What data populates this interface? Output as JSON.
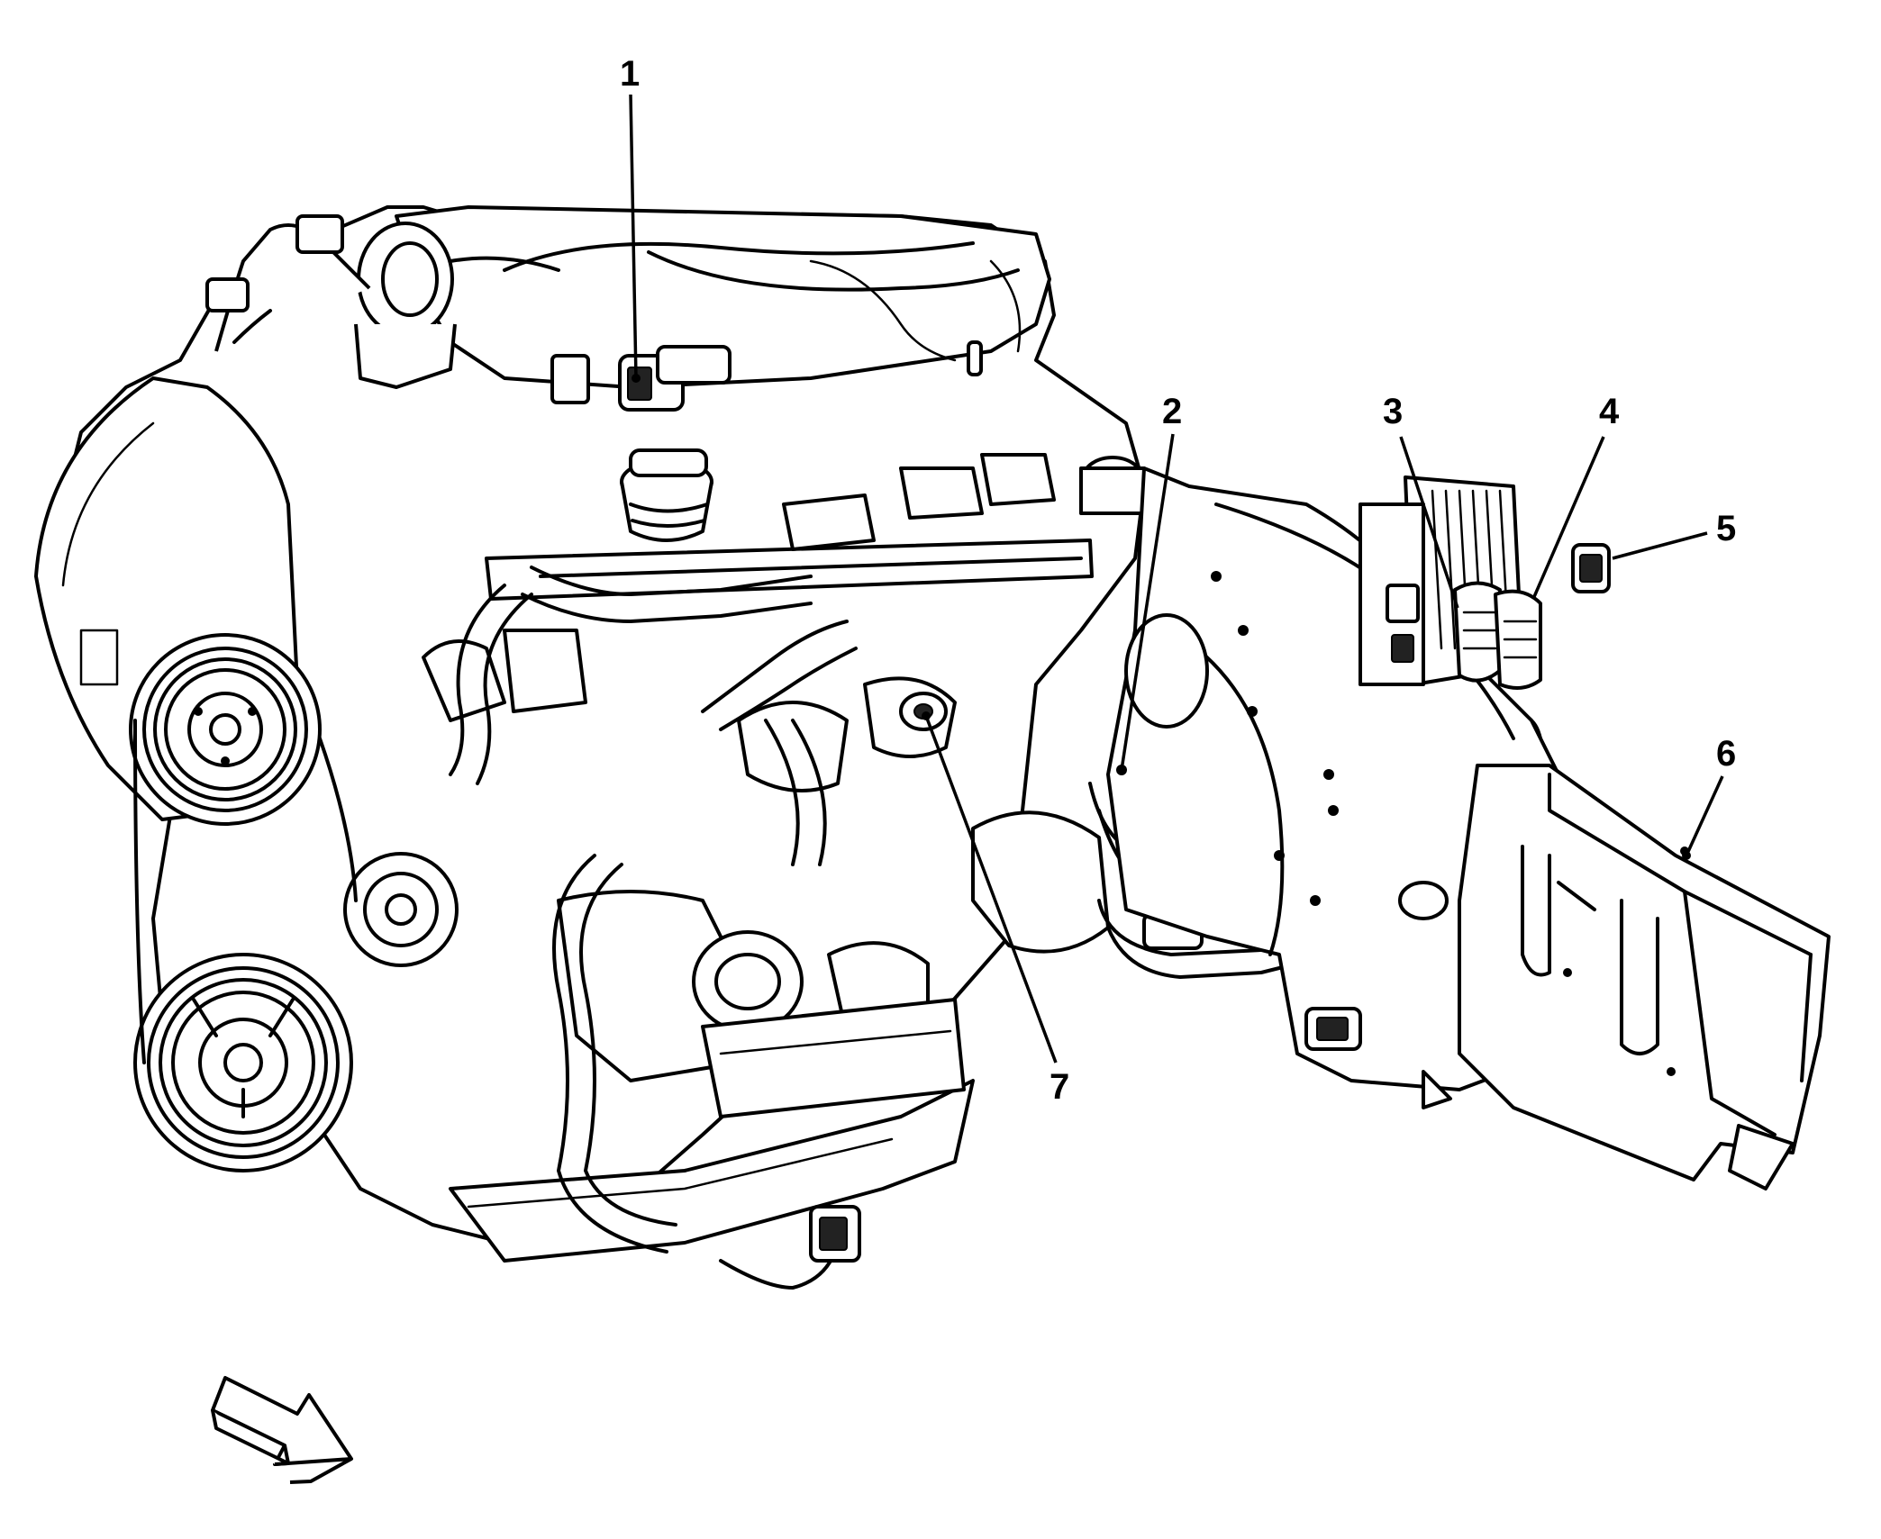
{
  "callouts": [
    {
      "id": "1",
      "label": "1"
    },
    {
      "id": "2",
      "label": "2"
    },
    {
      "id": "3",
      "label": "3"
    },
    {
      "id": "4",
      "label": "4"
    },
    {
      "id": "5",
      "label": "5"
    },
    {
      "id": "6",
      "label": "6"
    },
    {
      "id": "7",
      "label": "7"
    }
  ],
  "icons": {
    "direction_arrow": "front-direction-arrow-icon"
  },
  "colors": {
    "line": "#000000",
    "background": "#ffffff"
  }
}
